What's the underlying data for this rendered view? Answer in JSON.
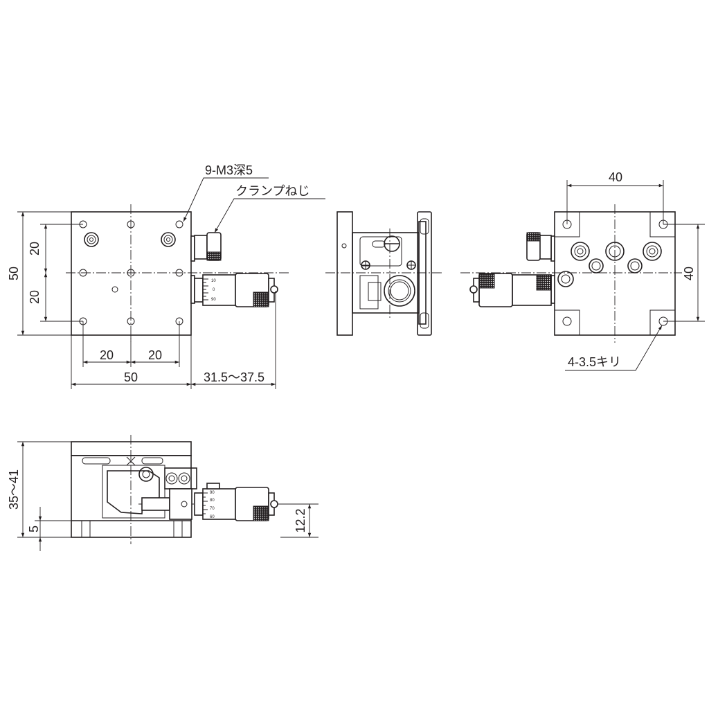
{
  "labels": {
    "tapped_holes": "9-M3深5",
    "clamp_screw": "クランプねじ",
    "through_holes": "4-3.5キリ"
  },
  "dimensions": {
    "top_height": "50",
    "top_pitch_upper": "20",
    "top_pitch_lower": "20",
    "bottom_pitch_left": "20",
    "bottom_pitch_right": "20",
    "bottom_width": "50",
    "micrometer_travel": "31.5～37.5",
    "right_hole_width": "40",
    "right_hole_height": "40",
    "side_height": "35～41",
    "side_base": "5",
    "side_spindle": "12.2"
  },
  "micrometer_scales": {
    "top_view": [
      "10",
      "0",
      "90"
    ],
    "side_view": [
      "90",
      "80",
      "70",
      "60"
    ]
  }
}
